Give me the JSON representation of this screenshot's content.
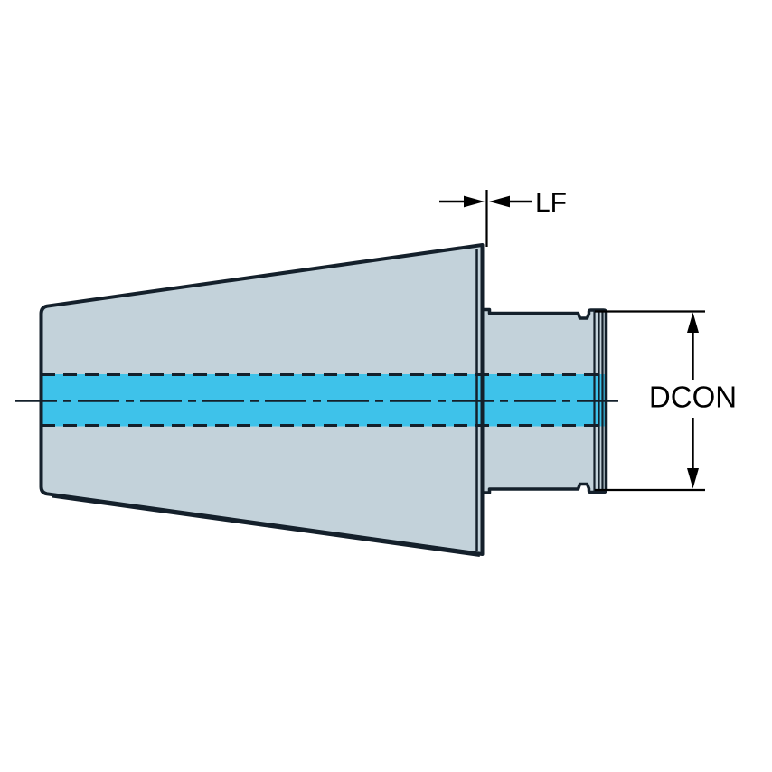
{
  "page": {
    "background": "#ffffff"
  },
  "diagram": {
    "type": "technical-drawing",
    "subject": "Tool holder adapter side view: tapered conical body with cylindrical coupling end, grooved end ring, through-coolant centerline band, and dimension callouts",
    "dimension_labels": {
      "lf": "LF",
      "dcon": "DCON"
    },
    "colors": {
      "body_fill": "#c3d2da",
      "coolant_band": "#3ec2ea",
      "outline": "#14202b",
      "dimension_lines": "#000000"
    }
  }
}
